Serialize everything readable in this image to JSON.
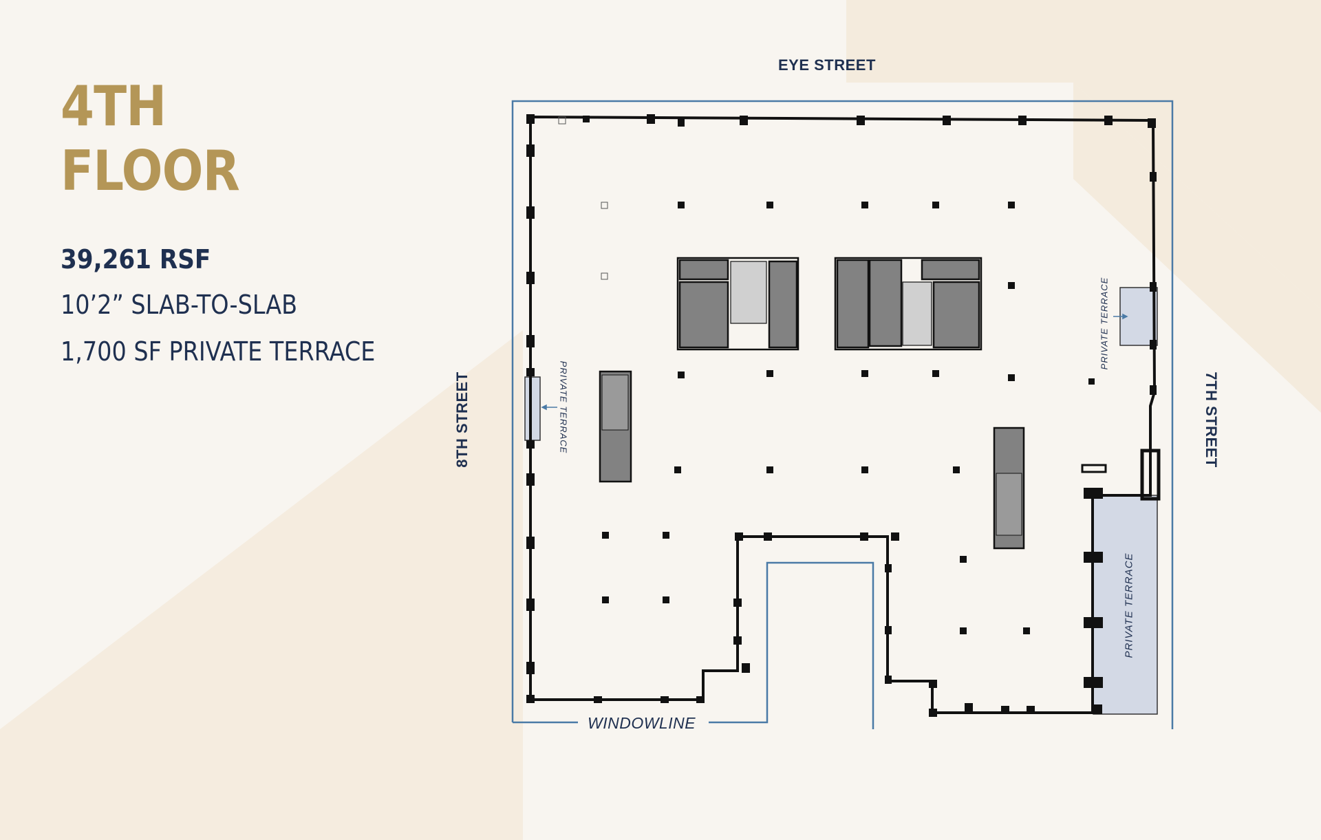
{
  "floor": {
    "line1": "4TH",
    "line2": "FLOOR"
  },
  "specs": {
    "rsf": "39,261 RSF",
    "slab": "10’2” SLAB-TO-SLAB",
    "terrace": "1,700 SF PRIVATE TERRACE"
  },
  "streets": {
    "north": "EYE STREET",
    "west": "8TH STREET",
    "east": "7TH STREET"
  },
  "plan_labels": {
    "windowline": "WINDOWLINE",
    "terrace_west": "PRIVATE TERRACE",
    "terrace_northeast": "PRIVATE TERRACE",
    "terrace_southeast": "PRIVATE TERRACE"
  },
  "colors": {
    "background": "#f8f5f0",
    "stripe": "#f4ebdd",
    "title_gold": "#b49657",
    "navy": "#1f3050",
    "windowline_blue": "#4a7aa6",
    "terrace_fill": "#d3d9e5",
    "core_gray": "#828282"
  }
}
